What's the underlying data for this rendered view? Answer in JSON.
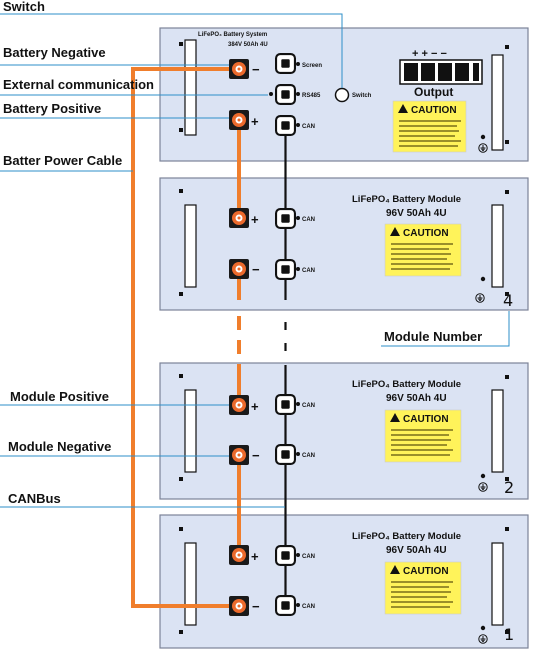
{
  "callouts": {
    "switch": "Switch",
    "battery_negative": "Battery Negative",
    "external_communication": "External communication",
    "battery_positive": "Battery Positive",
    "power_cable": "Batter Power Cable",
    "module_number": "Module Number",
    "module_positive": "Module Positive",
    "module_negative": "Module Negative",
    "canbus": "CANBus"
  },
  "system_unit": {
    "title": "LiFePO₄ Battery  System",
    "spec": "384V  50Ah  4U",
    "port_screen": "Screen",
    "port_rs485": "RS485",
    "port_can": "CAN",
    "switch_label": "Switch",
    "output_label": "Output",
    "output_signs": "+ + − −",
    "caution_title": "CAUTION"
  },
  "module_text": {
    "title": "LiFePO₄ Battery Module",
    "spec": "96V  50Ah  4U",
    "can_label": "CAN",
    "caution_title": "CAUTION",
    "plus_sign": "+",
    "minus_sign": "−"
  },
  "module_numbers": {
    "top": "4",
    "middle": "2",
    "bottom": "1"
  },
  "colors": {
    "panel_fill": "#dbe3f3",
    "panel_stroke": "#7b8398",
    "power_cable": "#f07e2c",
    "callout_line": "#2e8fc8",
    "caution_fill": "#fff35a",
    "terminal": "#ec6a2c"
  }
}
